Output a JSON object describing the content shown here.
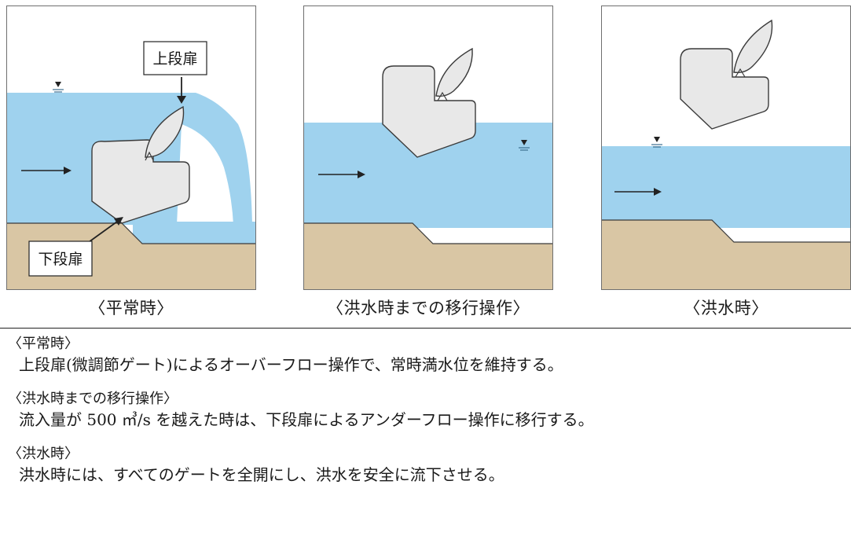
{
  "labels": {
    "upper_gate": "上段扉",
    "lower_gate": "下段扉"
  },
  "captions": [
    "〈平常時〉",
    "〈洪水時までの移行操作〉",
    "〈洪水時〉"
  ],
  "notes": [
    {
      "heading": "〈平常時〉",
      "body": "上段扉(微調節ゲート)によるオーバーフロー操作で、常時満水位を維持する。"
    },
    {
      "heading": "〈洪水時までの移行操作〉",
      "body": "流入量が 500 ㎥/s を越えた時は、下段扉によるアンダーフロー操作に移行する。"
    },
    {
      "heading": "〈洪水時〉",
      "body": "洪水時には、すべてのゲートを全開にし、洪水を安全に流下させる。"
    }
  ],
  "colors": {
    "water": "#9fd2ee",
    "ground": "#d9c6a4",
    "gate": "#e8e8e8",
    "outline": "#3a3a3a"
  }
}
